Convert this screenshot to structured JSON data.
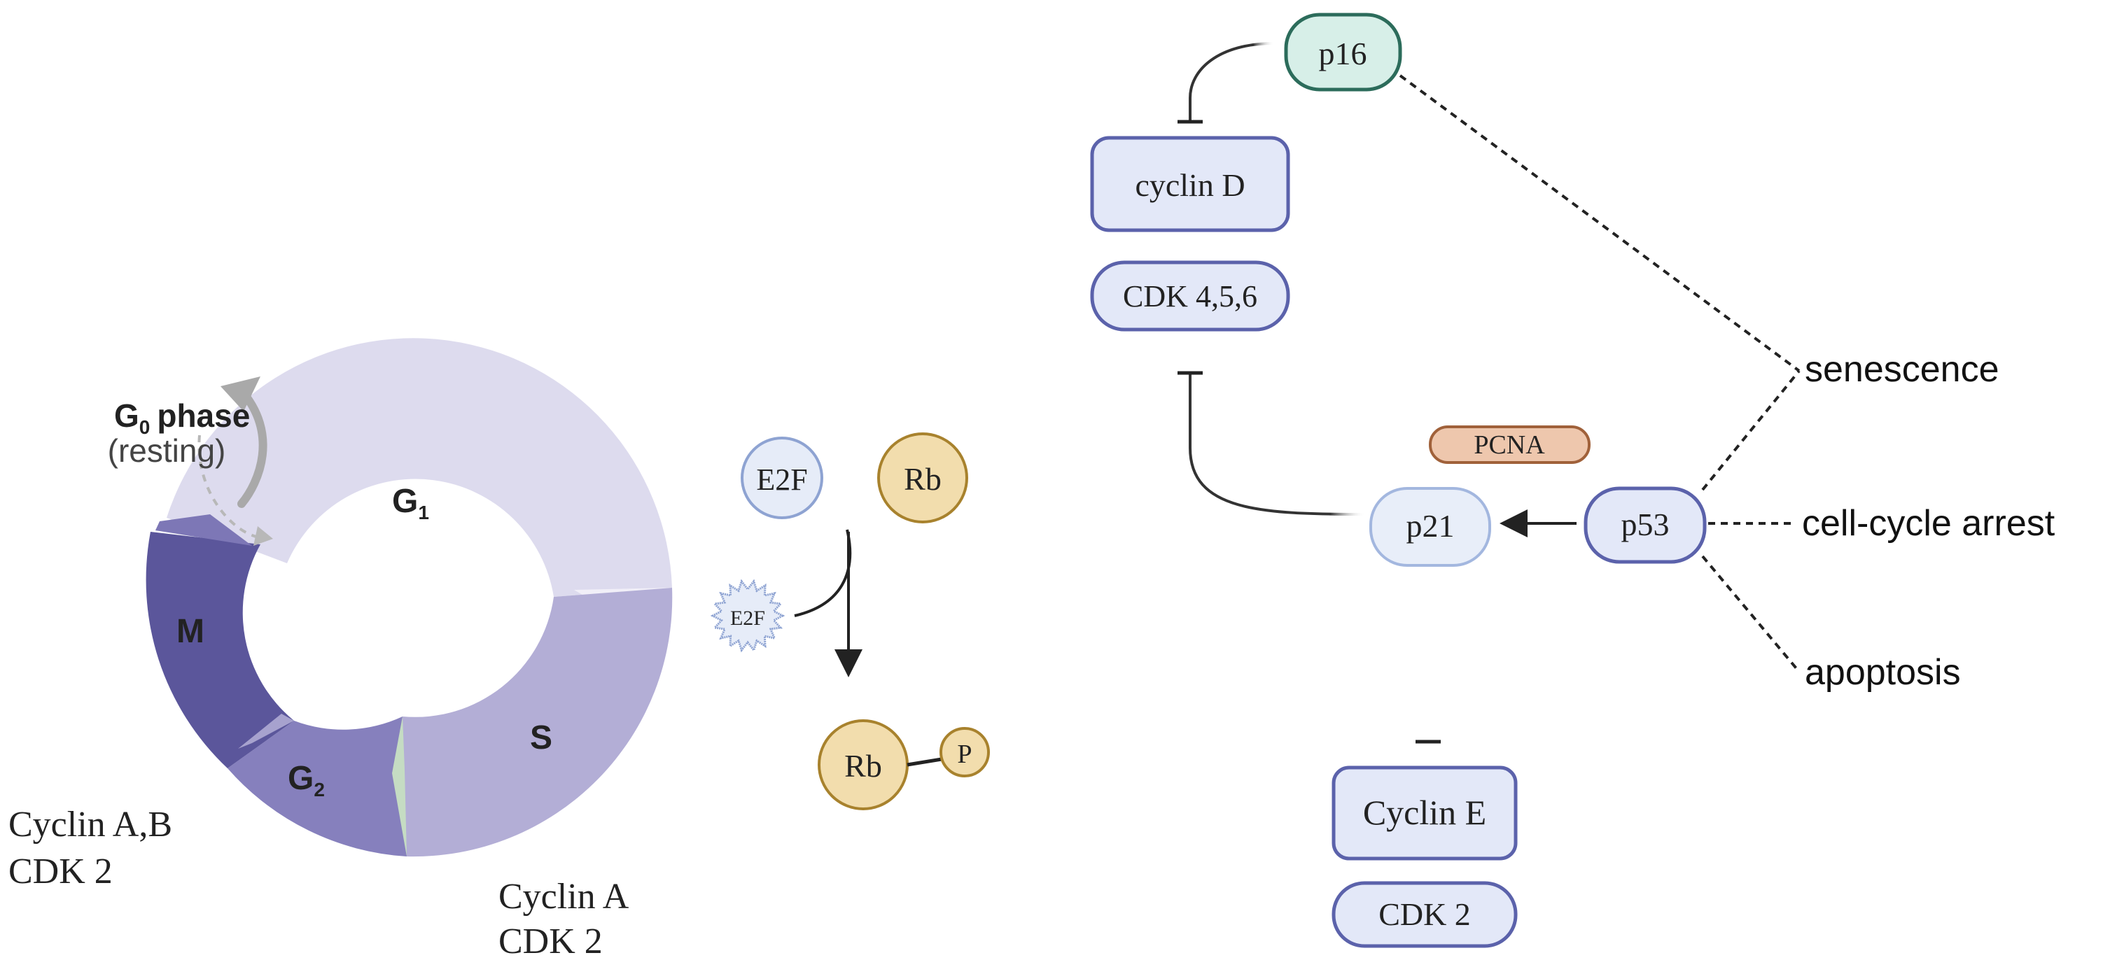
{
  "phases": {
    "g0_main": "G",
    "g0_sub": "0",
    "g0_word": "phase",
    "g0_note": "(resting)",
    "g1_main": "G",
    "g1_sub": "1",
    "s": "S",
    "g2_main": "G",
    "g2_sub": "2",
    "m": "M"
  },
  "cyclin_labels": {
    "m_line1": "Cyclin A,B",
    "m_line2": "CDK 2",
    "s_line1": "Cyclin A",
    "s_line2": "CDK 2"
  },
  "rb_pathway": {
    "e2f": "E2F",
    "rb": "Rb",
    "e2f_released": "E2F",
    "rb_phos": "Rb",
    "phosphate": "P"
  },
  "network": {
    "p16": "p16",
    "cyclin_d": "cyclin D",
    "cdk456": "CDK 4,5,6",
    "pcna": "PCNA",
    "p21": "p21",
    "p53": "p53",
    "cyclin_e": "Cyclin E",
    "cdk2": "CDK 2"
  },
  "outcomes": {
    "senescence": "senescence",
    "arrest": "cell-cycle arrest",
    "apoptosis": "apoptosis"
  },
  "colors": {
    "g1": "#dddbee",
    "s": "#b3aed6",
    "g2": "#8680bd",
    "m": "#5b569b",
    "box_fill": "#e3e8f8",
    "box_stroke": "#5b62ab",
    "p16_fill": "#d7efe8",
    "p16_stroke": "#2c6c5b",
    "rb_fill": "#f2ddad",
    "rb_stroke": "#a8822d",
    "pcna_fill": "#eec7ad",
    "pcna_stroke": "#a0613a"
  }
}
